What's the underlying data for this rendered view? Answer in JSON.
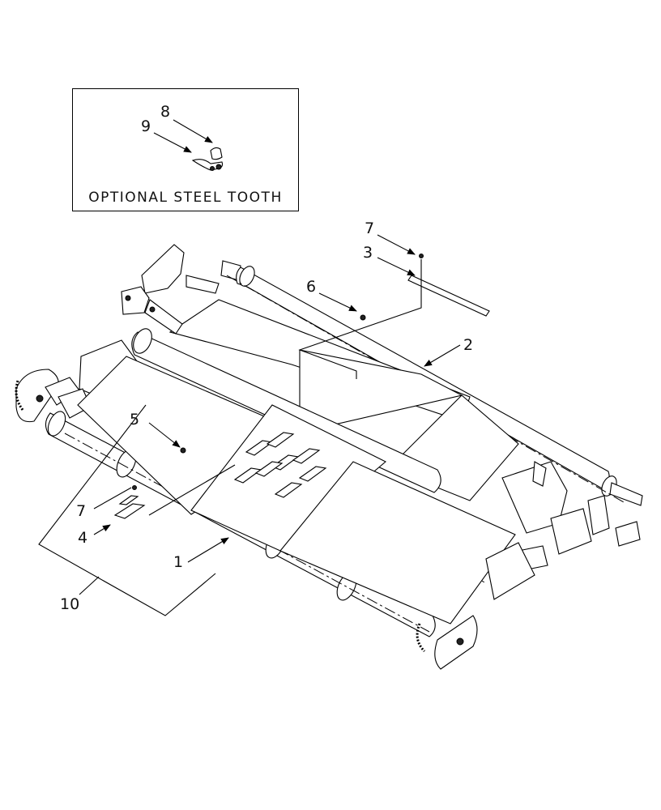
{
  "inset": {
    "title": "OPTIONAL STEEL TOOTH"
  },
  "callouts": {
    "c1": "1",
    "c2": "2",
    "c3": "3",
    "c4": "4",
    "c5": "5",
    "c6": "6",
    "c7_top": "7",
    "c7_left": "7",
    "c8": "8",
    "c9": "9",
    "c10": "10"
  }
}
